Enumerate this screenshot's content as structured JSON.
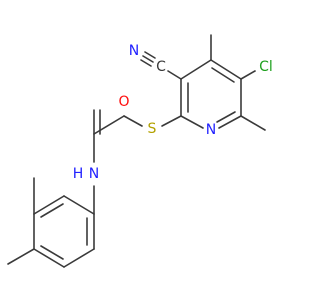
{
  "molecule": {
    "atoms": {
      "N_nitrile": {
        "label": "N",
        "color": "#2121ff"
      },
      "C_nitrile": {
        "label": "C",
        "color": "#3a3a3a"
      },
      "Cl": {
        "label": "Cl",
        "color": "#1fa01f"
      },
      "S": {
        "label": "S",
        "color": "#b2a100"
      },
      "N_ring": {
        "label": "N",
        "color": "#2121ff"
      },
      "O": {
        "label": "O",
        "color": "#ff0d0d"
      },
      "N_amide": {
        "label": "N",
        "color": "#2121ff"
      },
      "H_amide": {
        "label": "H",
        "color": "#2121ff"
      }
    },
    "bond_color": "#3a3a3a",
    "background": "#ffffff"
  }
}
